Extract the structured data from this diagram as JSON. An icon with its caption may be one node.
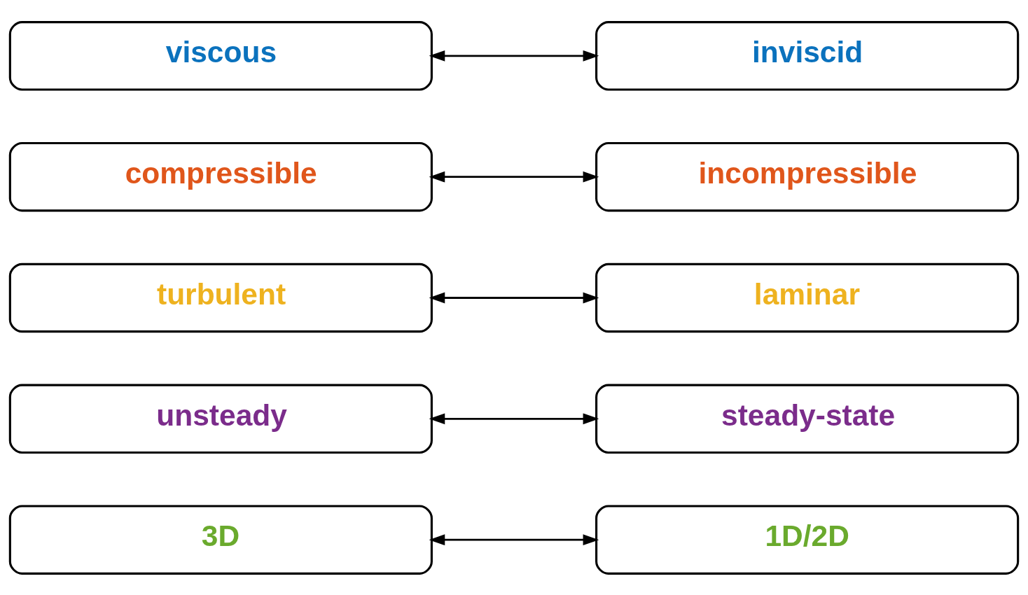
{
  "diagram": {
    "nodes": [
      {
        "text": [
          "viscous"
        ]
      },
      {
        "text": [
          "inviscid"
        ]
      },
      {
        "text": [
          "compressible"
        ]
      },
      {
        "text": [
          "incompressible"
        ]
      },
      {
        "text": [
          "turbulent"
        ]
      },
      {
        "text": [
          "laminar"
        ]
      },
      {
        "text": [
          "unsteady"
        ]
      },
      {
        "text": [
          "steady-state"
        ]
      },
      {
        "text": [
          "3D"
        ]
      },
      {
        "text": [
          "1D/2D"
        ]
      }
    ],
    "edges": [
      {
        "from": 0,
        "to": 1,
        "arrow": "both"
      },
      {
        "from": 2,
        "to": 3,
        "arrow": "both"
      },
      {
        "from": 4,
        "to": 5,
        "arrow": "both"
      },
      {
        "from": 6,
        "to": 7,
        "arrow": "both"
      },
      {
        "from": 8,
        "to": 9,
        "arrow": "both"
      }
    ]
  }
}
